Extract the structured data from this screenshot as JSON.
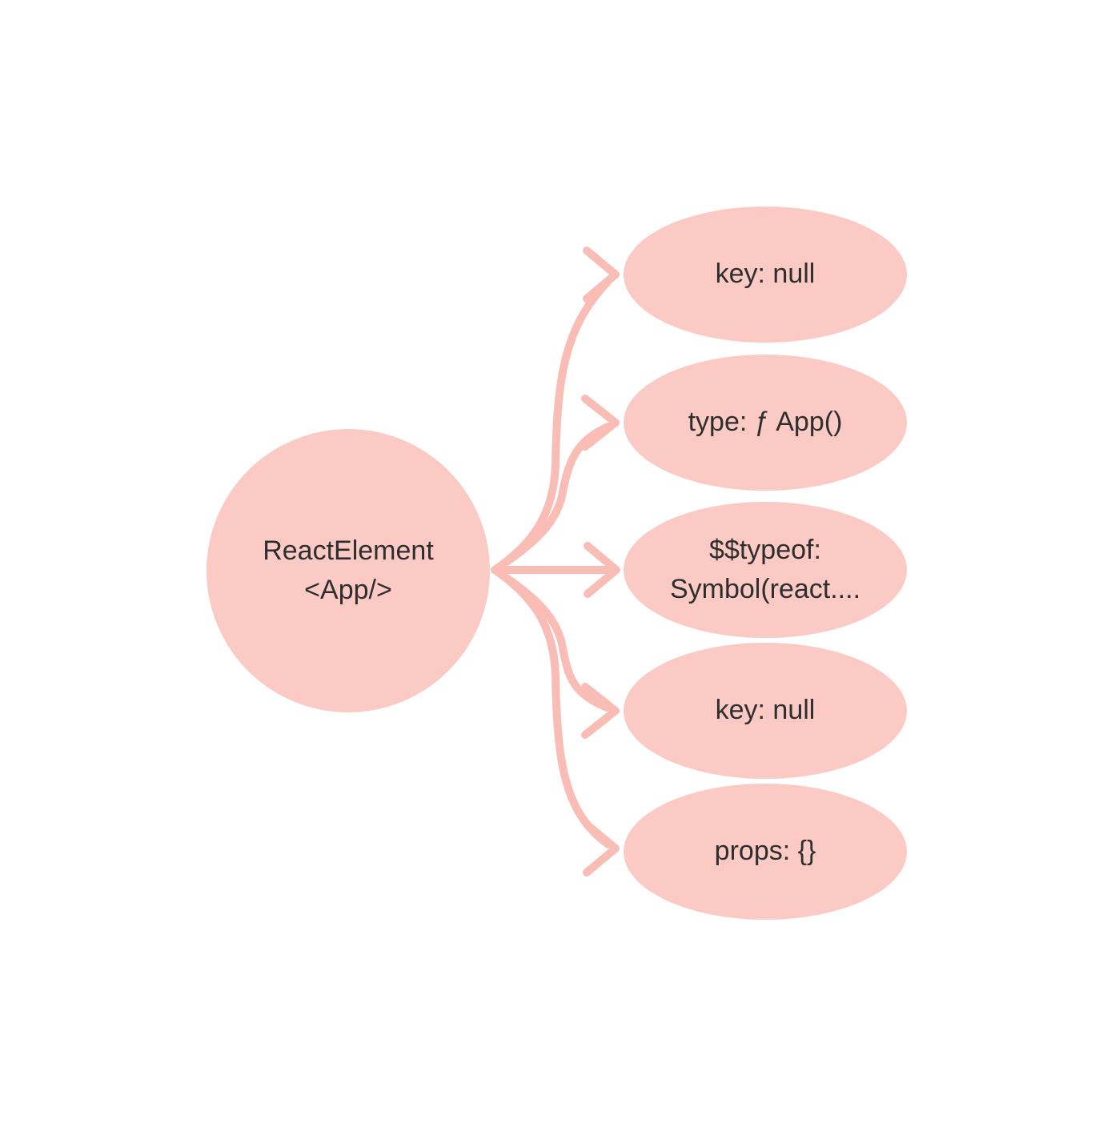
{
  "diagram": {
    "root": {
      "label": "ReactElement\n<App/>"
    },
    "children": [
      {
        "id": "key-1",
        "label": "key: null"
      },
      {
        "id": "type",
        "label": "type: ƒ App()"
      },
      {
        "id": "typeof",
        "label": "$$typeof:\nSymbol(react...."
      },
      {
        "id": "key-2",
        "label": "key: null"
      },
      {
        "id": "props",
        "label": "props: {}"
      }
    ],
    "colors": {
      "node_fill": "#fccac4",
      "arrow": "#fabdb6",
      "text": "#2e2e2e",
      "background": "#ffffff"
    }
  }
}
